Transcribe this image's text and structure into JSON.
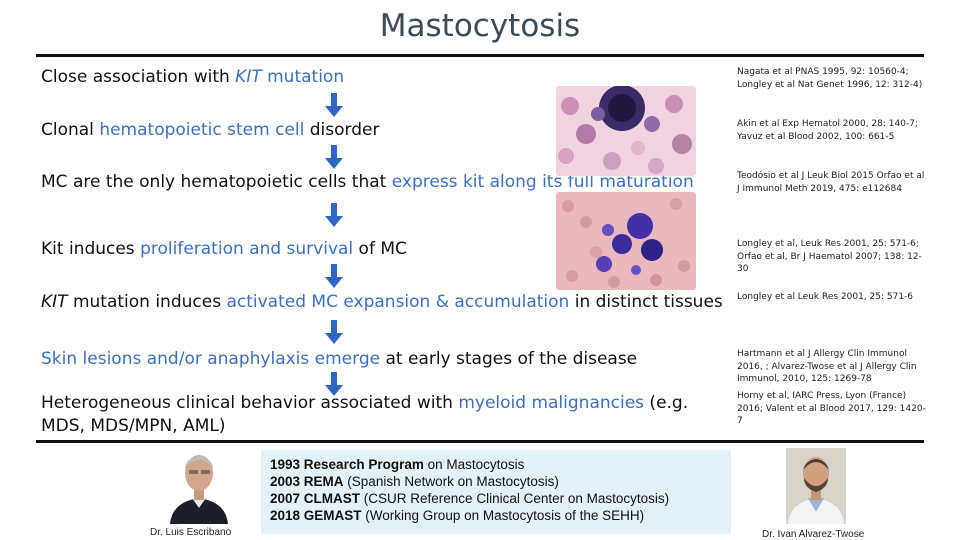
{
  "title": "Mastocytosis",
  "statements": [
    {
      "parts": [
        {
          "t": "Close association with ",
          "c": ""
        },
        {
          "t": "KIT",
          "c": "hl it"
        },
        {
          "t": " mutation",
          "c": "hl"
        }
      ]
    },
    {
      "parts": [
        {
          "t": "Clonal ",
          "c": ""
        },
        {
          "t": "hematopoietic stem cell",
          "c": "hl"
        },
        {
          "t": " disorder",
          "c": ""
        }
      ]
    },
    {
      "parts": [
        {
          "t": "MC are the only hematopoietic cells that ",
          "c": ""
        },
        {
          "t": "express kit along its full maturation",
          "c": "hl"
        }
      ]
    },
    {
      "parts": [
        {
          "t": "Kit induces ",
          "c": ""
        },
        {
          "t": "proliferation and survival",
          "c": "hl"
        },
        {
          "t": " of MC",
          "c": ""
        }
      ]
    },
    {
      "parts": [
        {
          "t": "KIT",
          "c": "it"
        },
        {
          "t": " mutation induces ",
          "c": ""
        },
        {
          "t": "activated MC expansion & accumulation",
          "c": "hl"
        },
        {
          "t": " in distinct tissues",
          "c": ""
        }
      ]
    },
    {
      "parts": [
        {
          "t": "Skin lesions and/or anaphylaxis emerge",
          "c": "hl"
        },
        {
          "t": " at early stages of the disease",
          "c": ""
        }
      ]
    },
    {
      "parts": [
        {
          "t": "Heterogeneous clinical behavior associated with ",
          "c": ""
        },
        {
          "t": "myeloid malignancies",
          "c": "hl"
        },
        {
          "t": " (e.g.",
          "c": ""
        }
      ]
    },
    {
      "parts": [
        {
          "t": "MDS, MDS/MPN, AML)",
          "c": ""
        }
      ]
    }
  ],
  "references": [
    "Nagata et al PNAS 1995, 92: 10560-4; Longley et al Nat Genet 1996, 12: 312-4)",
    "Akin et al Exp Hematol 2000, 28: 140-7; Yavuz et al Blood 2002, 100: 661-5",
    "Teodósio et al J Leuk Biol 2015 Orfao et al J Immunol Meth 2019, 475: e112684",
    "Longley et al, Leuk Res 2001, 25: 571-6; Orfao et al, Br J Haematol 2007; 138: 12-30",
    "Longley et al Leuk Res 2001, 25: 571-6",
    "Hartmann et al J Allergy Clin Immunol 2016, ; Alvarez-Twose et al J Allergy Clin Immunol, 2010, 125: 1269-78",
    "Horny et al, IARC Press, Lyon (France) 2016; Valent et al Blood 2017, 129: 1420-7"
  ],
  "milestones": [
    {
      "bold": "1993 Research Program",
      "rest": " on Mastocytosis"
    },
    {
      "bold": "2003 REMA",
      "rest": " (Spanish Network on Mastocytosis)"
    },
    {
      "bold": "2007 CLMAST",
      "rest": " (CSUR Reference Clinical Center on Mastocytosis)"
    },
    {
      "bold": "2018 GEMAST",
      "rest": " (Working Group on Mastocytosis of the SEHH)"
    }
  ],
  "people": {
    "left_caption": "Dr. Luis Escribano",
    "right_caption": "Dr. Ivan Alvarez-Twose"
  },
  "colors": {
    "highlight": "#3c6fc2",
    "arrow": "#2f66c7",
    "title": "#3d4a57",
    "panel": "#e4f1f8"
  }
}
